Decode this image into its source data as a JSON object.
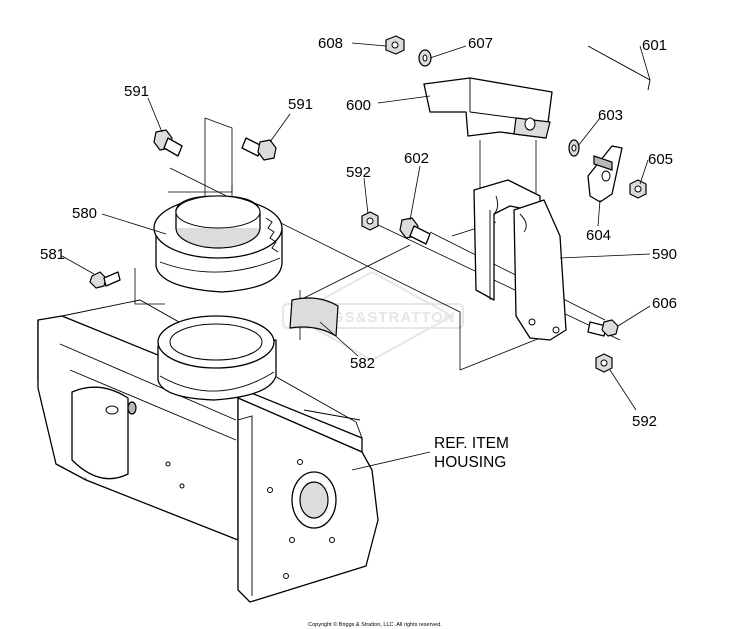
{
  "diagram": {
    "callouts": [
      {
        "id": "608",
        "text": "608"
      },
      {
        "id": "607",
        "text": "607"
      },
      {
        "id": "601",
        "text": "601"
      },
      {
        "id": "600",
        "text": "600"
      },
      {
        "id": "603",
        "text": "603"
      },
      {
        "id": "605",
        "text": "605"
      },
      {
        "id": "604",
        "text": "604"
      },
      {
        "id": "590",
        "text": "590"
      },
      {
        "id": "591a",
        "text": "591"
      },
      {
        "id": "591b",
        "text": "591"
      },
      {
        "id": "592a",
        "text": "592"
      },
      {
        "id": "602",
        "text": "602"
      },
      {
        "id": "580",
        "text": "580"
      },
      {
        "id": "581",
        "text": "581"
      },
      {
        "id": "582",
        "text": "582"
      },
      {
        "id": "606",
        "text": "606"
      },
      {
        "id": "592b",
        "text": "592"
      }
    ],
    "reference": {
      "line1": "REF. ITEM",
      "line2": "HOUSING"
    },
    "watermark": "BRIGGS&STRATTON",
    "copyright": "Copyright © Briggs & Stratton, LLC. All rights reserved."
  }
}
